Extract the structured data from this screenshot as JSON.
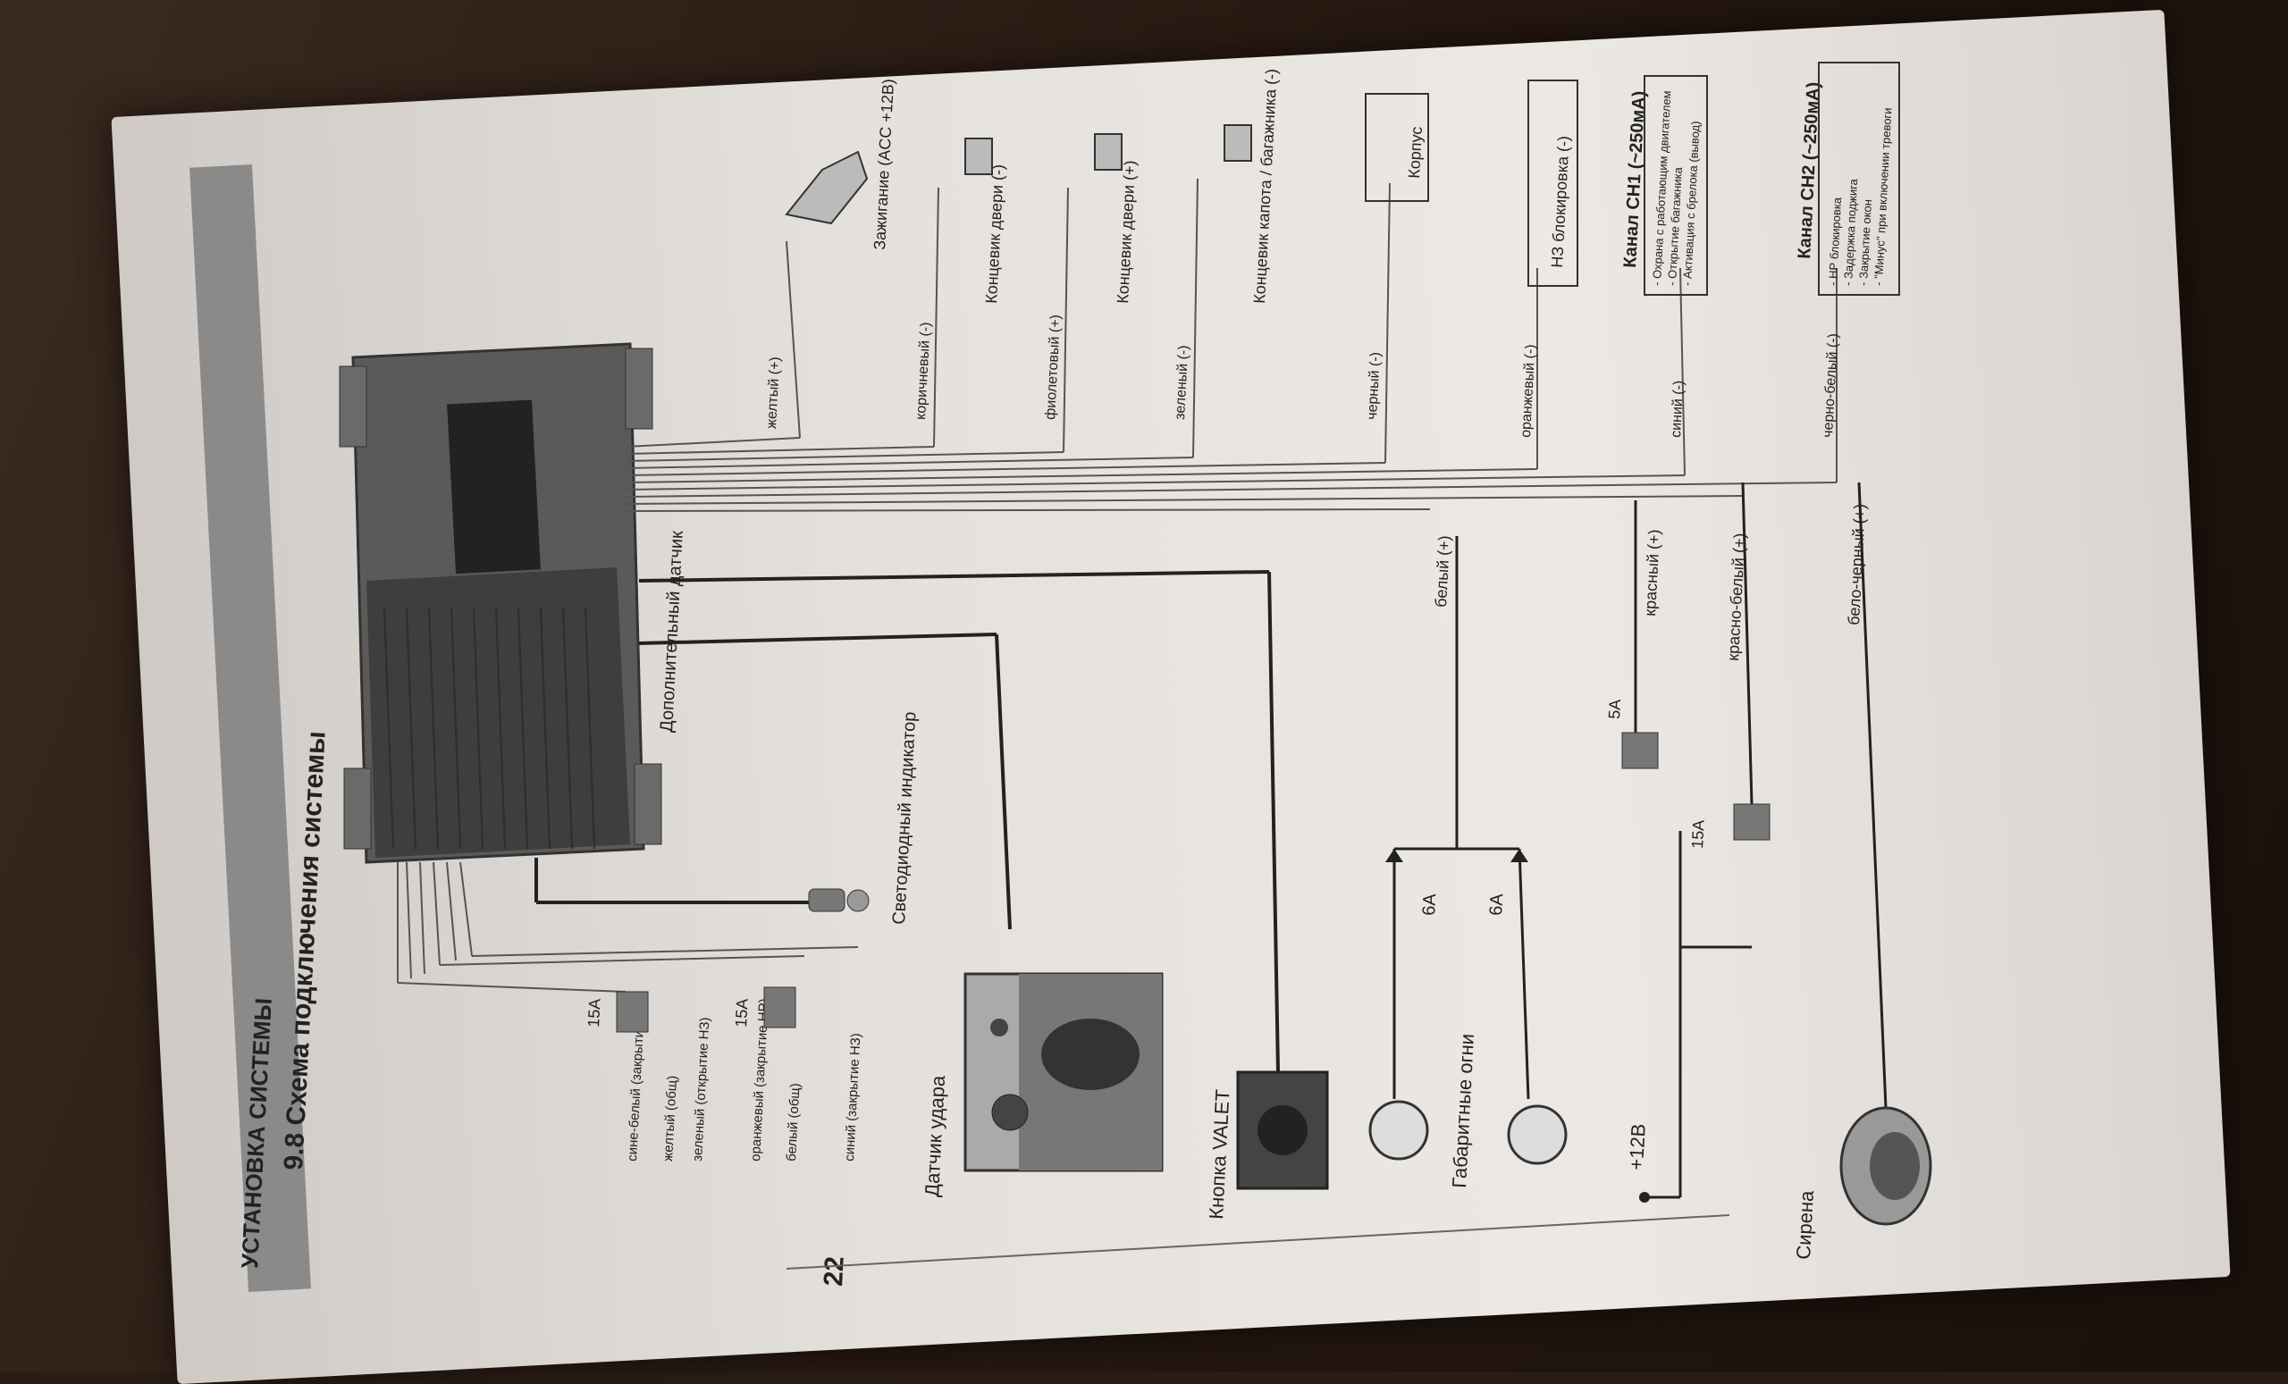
{
  "section": {
    "header": "УСТАНОВКА СИСТЕМЫ",
    "title": "9.8 Схема подключения системы",
    "page_number": "22"
  },
  "left_wires": {
    "items": [
      "сине-белый (закрытие НР)",
      "желтый (общ)",
      "зеленый (открытие НЗ)",
      "оранжевый (закрытие НР)",
      "белый (общ)",
      "синий (закрытие НЗ)"
    ],
    "fuse_1": "15А",
    "fuse_2": "15А"
  },
  "components": {
    "led": "Светодиодный индикатор",
    "extra_sensor": "Дополнительный датчик",
    "shock_sensor": "Датчик удара",
    "valet": "Кнопка VALET",
    "parking_lights": "Габаритные огни",
    "plus12": "+12В",
    "siren": "Сирена"
  },
  "mid_wires": {
    "white": "белый (+)",
    "diode_1": "6А",
    "diode_2": "6А",
    "red": "красный (+)",
    "red_white": "красно-белый (+)",
    "white_black": "бело-черный (+)",
    "fuse_5a": "5А",
    "fuse_15a": "15А"
  },
  "right_wires": {
    "yellow": "желтый (+)",
    "ignition": "Зажигание (ACC +12В)",
    "brown": "коричневый (-)",
    "door_minus": "Концевик двери (-)",
    "violet": "фиолетовый (+)",
    "door_plus": "Концевик двери (+)",
    "green": "зеленый (-)",
    "hood": "Концевик капота / багажника (-)",
    "black": "черный (-)",
    "ground": "Корпус",
    "orange": "оранжевый (-)",
    "lock": "НЗ блокировка (-)",
    "blue": "синий (-)",
    "ch1_title": "Канал CH1 (~250мА)",
    "ch1_items": [
      "- Охрана с работающим двигателем",
      "- Открытие багажника",
      "- Активация с брелока (вывод)"
    ],
    "black_white": "черно-белый (-)",
    "ch2_title": "Канал CH2 (~250мА)",
    "ch2_items": [
      "- НР блокировка",
      "- Задержка поджига",
      "- Закрытие окон",
      "- \"Минус\" при включении тревоги"
    ]
  },
  "colors": {
    "ink": "#222222",
    "page": "#e6e2de",
    "header_band": "#8a8a8a",
    "module": "#444444"
  }
}
